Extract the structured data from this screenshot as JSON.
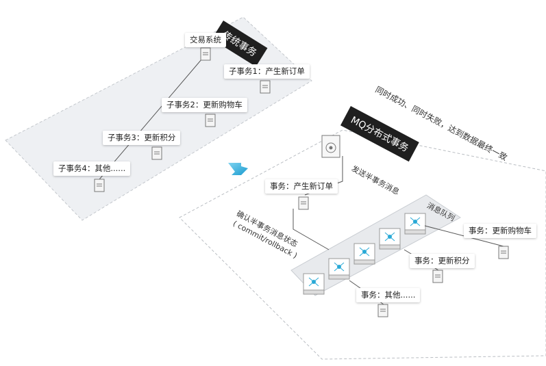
{
  "traditional": {
    "title": "传统事务",
    "system_label": "交易系统",
    "tx1": "子事务1：产生新订单",
    "tx2": "子事务2：更新购物车",
    "tx3": "子事务3：更新积分",
    "tx4": "子事务4：其他......"
  },
  "mq": {
    "title": "MQ分布式事务",
    "send_half": "发送半事务消息",
    "confirm_line1": "确认半事务消息状态",
    "confirm_line2": "( commit/rollback )",
    "queue_label": "消息队列",
    "producer": "事务：产生新订单",
    "consumer_cart": "事务：更新购物车",
    "consumer_points": "事务：更新积分",
    "consumer_other": "事务：其他......"
  },
  "slogan": "同时成功、同时失败，达到数据最终一致",
  "colors": {
    "accent": "#29a9d6",
    "title_bg": "#1f1f1f",
    "panel": "#eef0f3"
  }
}
